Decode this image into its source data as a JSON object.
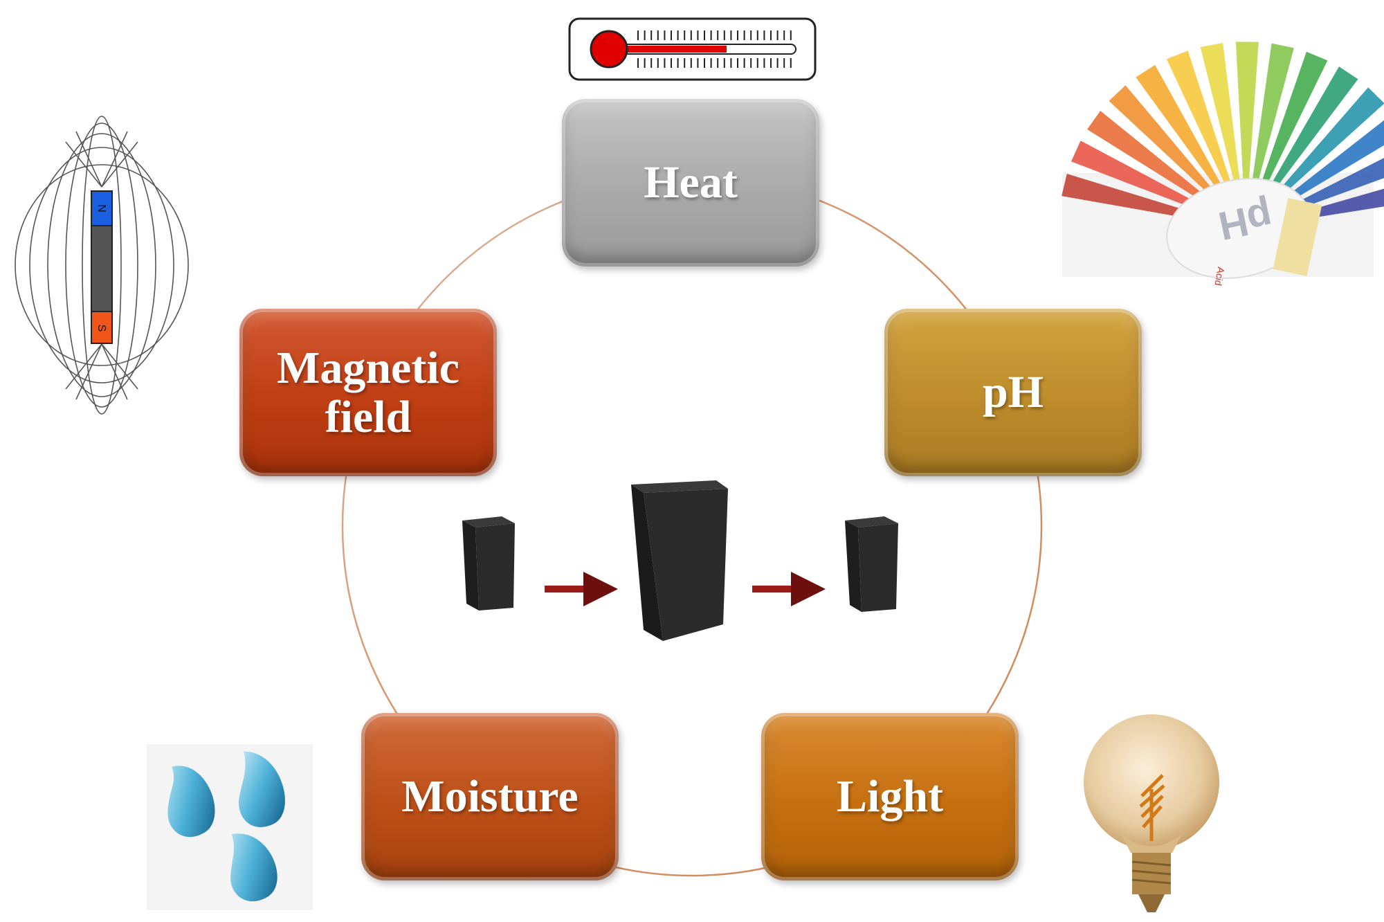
{
  "diagram": {
    "nodes": [
      {
        "id": "heat",
        "label": "Heat",
        "color": "#a9a9a9",
        "icon": "thermometer-icon"
      },
      {
        "id": "ph",
        "label": "pH",
        "color": "#bd8b2b",
        "icon": "ph-indicator-chart-icon"
      },
      {
        "id": "light",
        "label": "Light",
        "color": "#c56f10",
        "icon": "light-bulb-icon"
      },
      {
        "id": "moisture",
        "label": "Moisture",
        "color": "#bd4f17",
        "icon": "water-drops-icon"
      },
      {
        "id": "magnetic",
        "label": "Magnetic\nfield",
        "color": "#c03e12",
        "icon": "bar-magnet-icon"
      }
    ],
    "center": {
      "description_items": [
        "small-block-icon",
        "arrow-right-icon",
        "large-block-icon",
        "arrow-right-icon",
        "small-block-icon"
      ],
      "arrow_color": "#9b1c16",
      "block_color": "#2b2b2b"
    },
    "illustration_text": {
      "magnet_north": "N",
      "magnet_south": "S",
      "ph_chart_label": "pH",
      "ph_chart_sub": "Acid"
    },
    "ring_color": "#d9926a"
  }
}
